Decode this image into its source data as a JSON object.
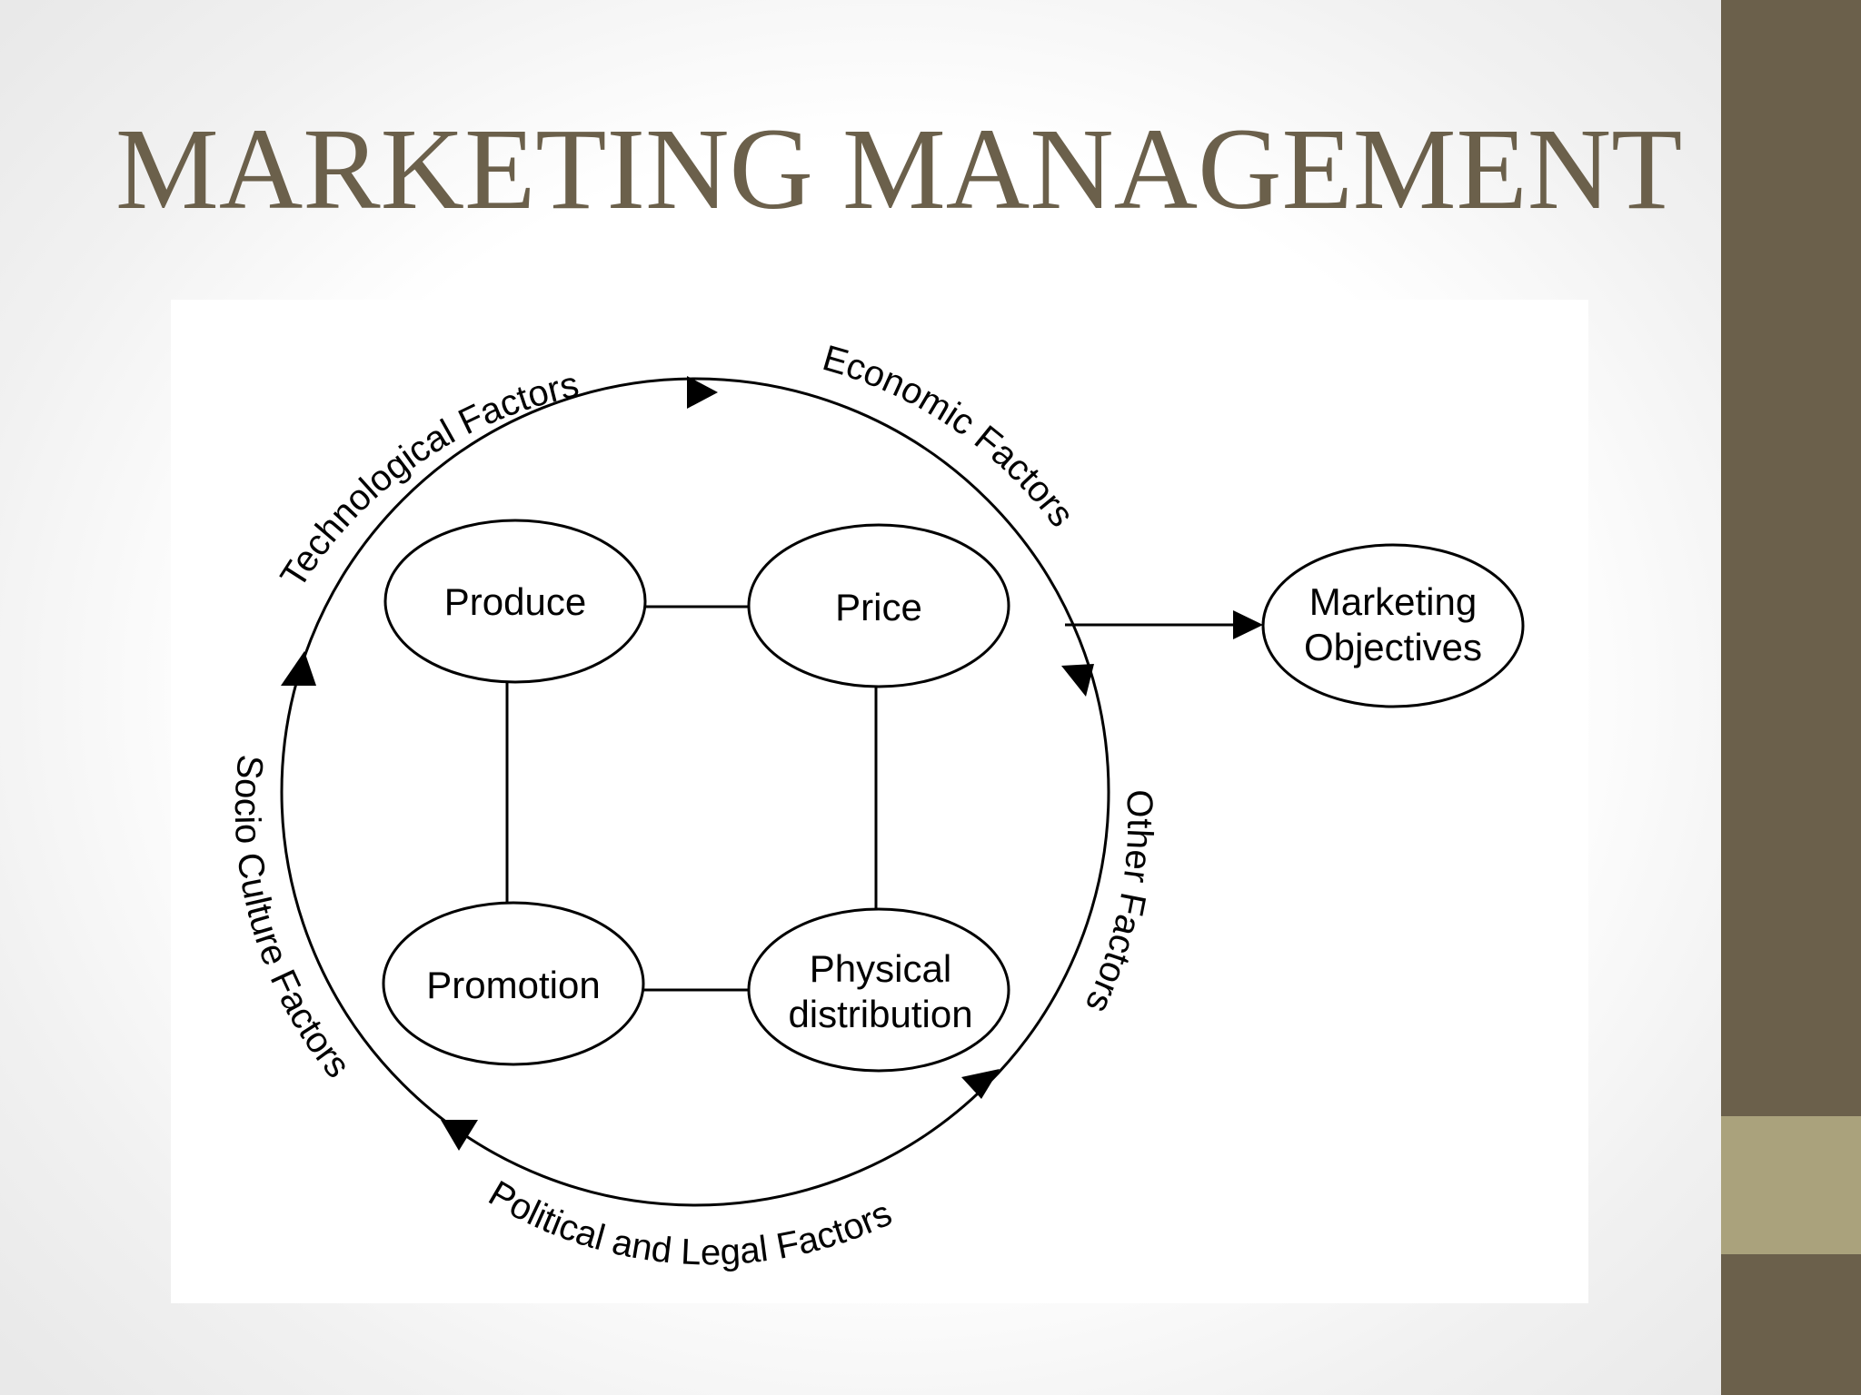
{
  "slide": {
    "title": "MARKETING MANAGEMENT",
    "accent_color": "#6b604b",
    "secondary_accent_color": "#aaa27c"
  },
  "diagram": {
    "mix": {
      "produce": "Produce",
      "price": "Price",
      "promotion": "Promotion",
      "physical_line1": "Physical",
      "physical_line2": "distribution"
    },
    "objectives": {
      "line1": "Marketing",
      "line2": "Objectives"
    },
    "factors": {
      "technological": "Technological Factors",
      "economic": "Economic Factors",
      "other": "Other Factors",
      "political": "Political and Legal Factors",
      "socio": "Socio Culture Factors"
    }
  }
}
